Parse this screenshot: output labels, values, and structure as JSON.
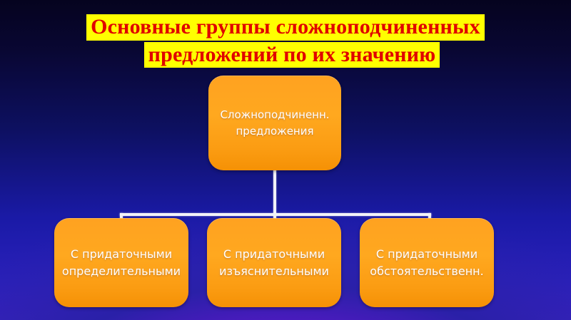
{
  "slide": {
    "title": {
      "line1": "Основные группы сложноподчиненных",
      "line2": "предложений по их значению",
      "text_color": "#e00000",
      "highlight_color": "#ffff00"
    },
    "background": {
      "top_color": "#05031f",
      "mid_color": "#1a1aa6",
      "bottom_color": "#7b1fe0"
    },
    "diagram": {
      "node_fill_color": "#ffa820",
      "node_text_color": "#ffffff",
      "connector_color": "#f2f2f8",
      "root": {
        "label": "Сложноподчиненн.\nпредложения"
      },
      "children": [
        {
          "label": "С придаточными\nопределительными"
        },
        {
          "label": "С придаточными\nизъяснительными"
        },
        {
          "label": "С придаточными\nобстоятельственн."
        }
      ]
    }
  }
}
